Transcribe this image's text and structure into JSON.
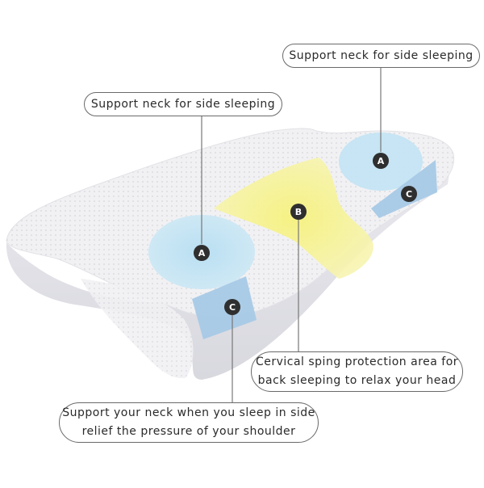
{
  "callouts": {
    "top_right": "Support neck for side sleeping",
    "left": "Support neck for side sleeping",
    "center": {
      "line1": "Cervical sping protection area for",
      "line2": "back sleeping to relax your head"
    },
    "bottom": {
      "line1": "Support your neck when you sleep in side",
      "line2": "relief the pressure of your shoulder"
    }
  },
  "markers": {
    "a_left": "A",
    "a_right": "A",
    "b_center": "B",
    "c_left": "C",
    "c_right": "C"
  },
  "colors": {
    "pillow_fabric": "#f2f2f4",
    "zone_a": "#bfe3f2",
    "zone_b": "#f4f08a",
    "zone_c": "#9fc4e2",
    "marker": "#2f2f2f",
    "leader_line": "#777777"
  }
}
